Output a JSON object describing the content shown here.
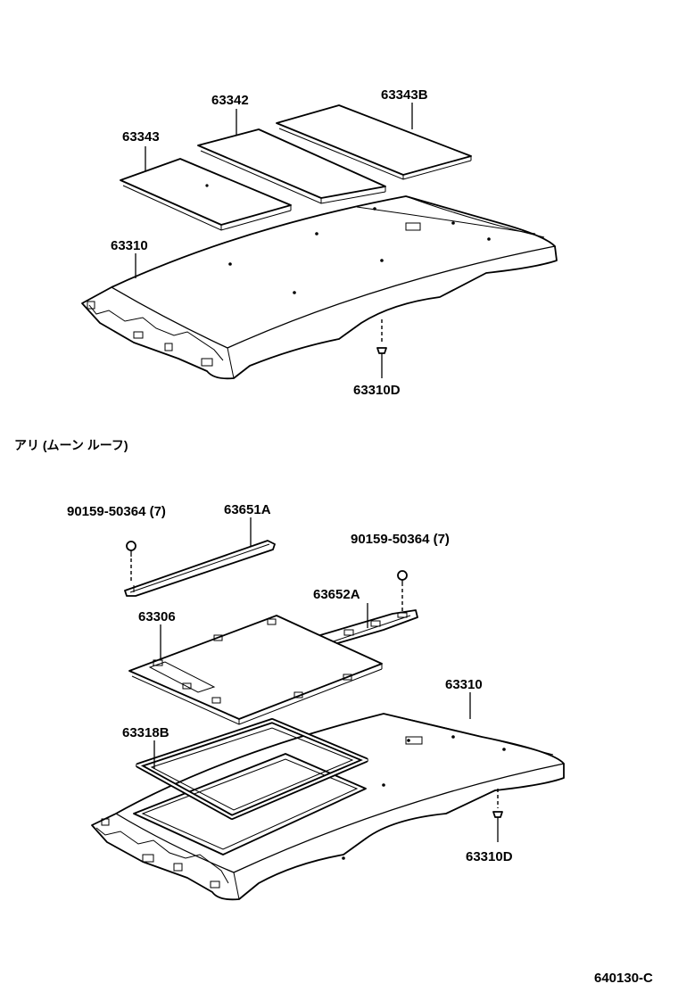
{
  "upper_assembly": {
    "labels": {
      "p63343": "63343",
      "p63342": "63342",
      "p63343B": "63343B",
      "p63310": "63310",
      "p63310D": "63310D"
    }
  },
  "section_caption": "アリ (ムーン ルーフ)",
  "lower_assembly": {
    "labels": {
      "screw_left": "90159-50364 (7)",
      "p63651A": "63651A",
      "screw_right": "90159-50364 (7)",
      "p63652A": "63652A",
      "p63306": "63306",
      "p63310": "63310",
      "p63318B": "63318B",
      "p63310D": "63310D"
    }
  },
  "diagram_code": "640130-C"
}
